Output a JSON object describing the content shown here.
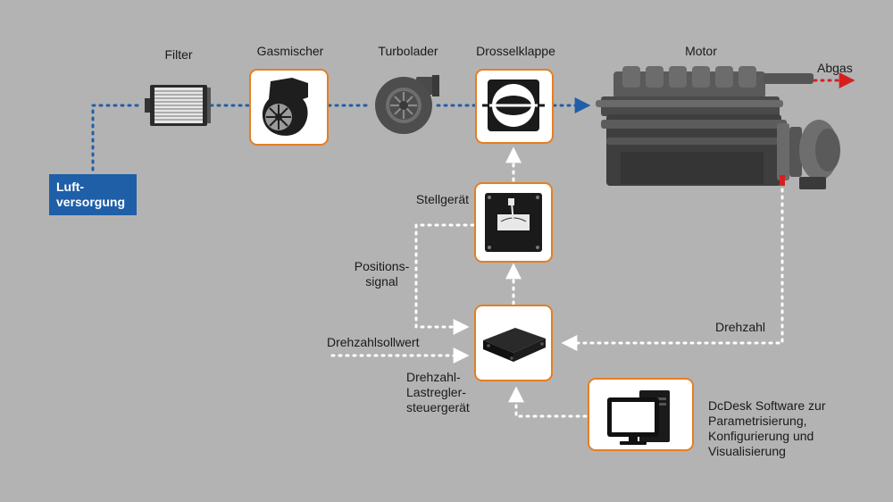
{
  "labels": {
    "filter": "Filter",
    "gas_mixer": "Gasmischer",
    "turbocharger": "Turbolader",
    "throttle": "Drosselklappe",
    "engine": "Motor",
    "exhaust": "Abgas",
    "air_supply_line1": "Luft-",
    "air_supply_line2": "versorgung",
    "actuator": "Stellgerät",
    "position_signal_line1": "Positions-",
    "position_signal_line2": "signal",
    "speed_setpoint": "Drehzahlsollwert",
    "speed": "Drehzahl",
    "controller_line1": "Drehzahl-",
    "controller_line2": "Lastregler-",
    "controller_line3": "steuergerät",
    "software_line1": "DcDesk Software zur",
    "software_line2": "Parametrisierung,",
    "software_line3": "Konfigurierung und",
    "software_line4": "Visualisierung"
  },
  "colors": {
    "background": "#b3b3b3",
    "air_flow": "#1f5fa8",
    "exhaust_flow": "#d62020",
    "signal_flow": "#ffffff",
    "box_border": "#e67e22"
  },
  "icons": [
    "air-filter-icon",
    "gas-mixer-icon",
    "turbocharger-icon",
    "throttle-valve-icon",
    "engine-icon",
    "actuator-icon",
    "controller-unit-icon",
    "computer-icon"
  ]
}
